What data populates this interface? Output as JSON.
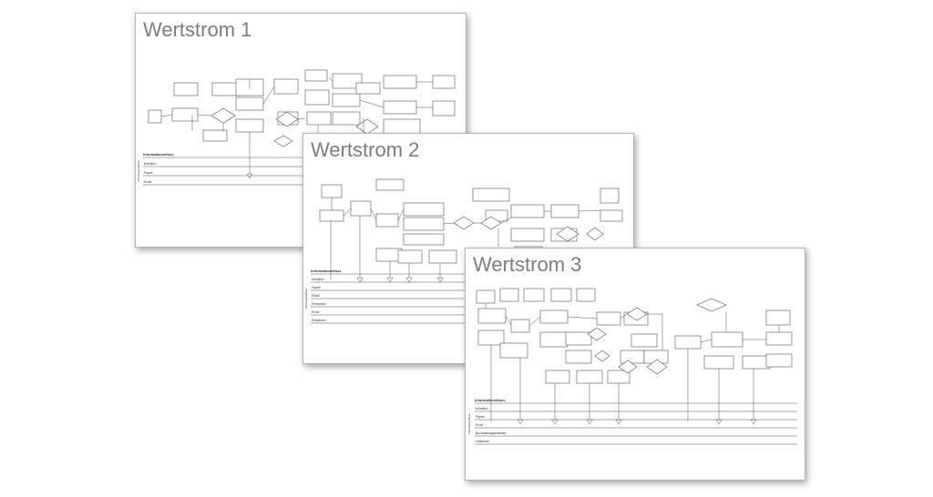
{
  "slides": [
    {
      "title": "Wertstrom 1",
      "info_header": "Informationsfluss",
      "side_label": "Informationsfluss",
      "lanes": [
        "Mündlich",
        "Papier",
        "Excel"
      ]
    },
    {
      "title": "Wertstrom 2",
      "info_header": "Informationsfluss",
      "side_label": "Informationsfluss",
      "lanes": [
        "Mündlich",
        "Papier",
        "EMail",
        "Freepress",
        "Excel",
        "Dropdown"
      ]
    },
    {
      "title": "Wertstrom 3",
      "info_header": "Informationsfluss",
      "side_label": "Informationsfluss",
      "lanes": [
        "Mündlich",
        "Papier",
        "Excel",
        "Buchhaltungssoftware",
        "Volldienst"
      ]
    }
  ],
  "colors": {
    "title": "#7d7d7d",
    "stroke": "#555555",
    "box_fill": "#ffffff",
    "slide_border": "#b4b4b4"
  }
}
